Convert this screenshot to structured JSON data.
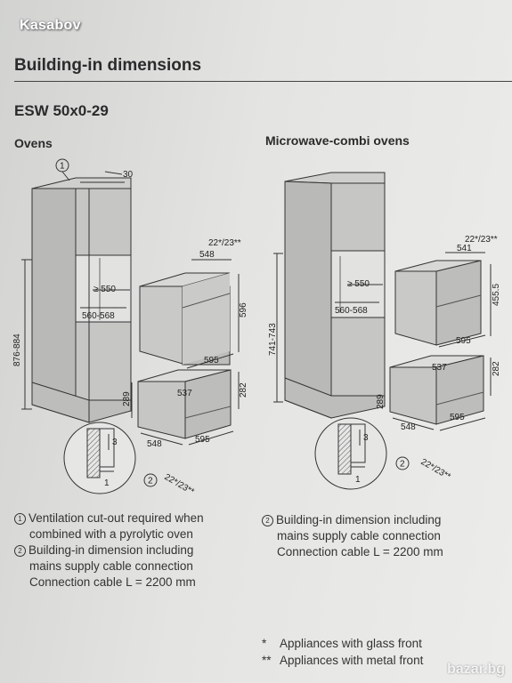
{
  "watermark": "Kasabov",
  "title": "Building-in dimensions",
  "model": "ESW 50x0-29",
  "sections": {
    "ovens": "Ovens",
    "microwave": "Microwave-combi ovens"
  },
  "ovens_diagram": {
    "callout_1": "1",
    "callout_2": "2",
    "dim_30": "30",
    "dim_876_884": "876-884",
    "dim_550": "≥ 550",
    "dim_560_568": "560-568",
    "dim_22_23_top": "22*/23**",
    "dim_548_top": "548",
    "dim_596": "596",
    "dim_595_top": "595",
    "dim_537": "537",
    "dim_289": "289",
    "dim_282": "282",
    "dim_548_bottom": "548",
    "dim_595_bottom": "595",
    "dim_22_23_bottom": "22*/23**",
    "detail_3": "3",
    "detail_1": "1"
  },
  "microwave_diagram": {
    "callout_2": "2",
    "dim_741_743": "741-743",
    "dim_550": "≥ 550",
    "dim_560_568": "560-568",
    "dim_22_23_top": "22*/23**",
    "dim_541": "541",
    "dim_455_5": "455.5",
    "dim_595_top": "595",
    "dim_537": "537",
    "dim_289": "289",
    "dim_282": "282",
    "dim_548": "548",
    "dim_595_bottom": "595",
    "dim_22_23_bottom": "22*/23**",
    "detail_3": "3",
    "detail_1": "1"
  },
  "notes_left": [
    {
      "num": "1",
      "lines": [
        "Ventilation cut-out required when",
        "combined with a pyrolytic oven"
      ]
    },
    {
      "num": "2",
      "lines": [
        "Building-in dimension including",
        "mains supply cable connection",
        "Connection cable L = 2200 mm"
      ]
    }
  ],
  "notes_right": [
    {
      "num": "2",
      "lines": [
        "Building-in dimension including",
        "mains supply cable connection",
        "Connection cable L = 2200 mm"
      ]
    }
  ],
  "footnotes": [
    {
      "mark": "*",
      "text": "Appliances with glass front"
    },
    {
      "mark": "**",
      "text": "Appliances with metal front"
    }
  ],
  "badge": "bazar.bg"
}
